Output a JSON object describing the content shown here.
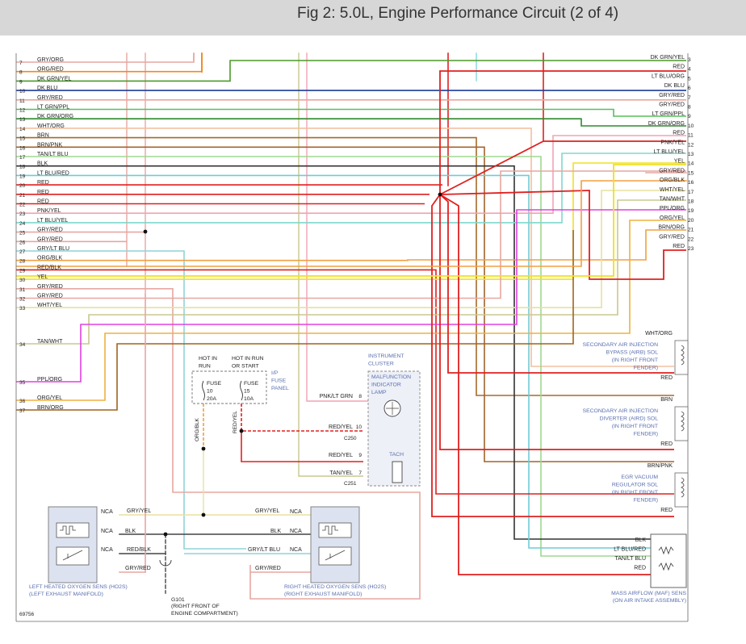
{
  "title": "Fig 2: 5.0L, Engine Performance Circuit (2 of 4)",
  "figure_number": "69756",
  "left_pins": [
    {
      "pin": "7",
      "label": "GRY/ORG",
      "color": "#e7a7a0"
    },
    {
      "pin": "8",
      "label": "ORG/RED",
      "color": "#f08a22"
    },
    {
      "pin": "9",
      "label": "DK GRN/YEL",
      "color": "#4b9a2a"
    },
    {
      "pin": "10",
      "label": "DK BLU",
      "color": "#1d3c9a"
    },
    {
      "pin": "11",
      "label": "GRY/RED",
      "color": "#e7a7a0"
    },
    {
      "pin": "12",
      "label": "LT GRN/PPL",
      "color": "#55c05a"
    },
    {
      "pin": "13",
      "label": "DK GRN/ORG",
      "color": "#2f8a2f"
    },
    {
      "pin": "14",
      "label": "WHT/ORG",
      "color": "#f2c0a0"
    },
    {
      "pin": "15",
      "label": "BRN",
      "color": "#a56a2a"
    },
    {
      "pin": "16",
      "label": "BRN/PNK",
      "color": "#a0642c"
    },
    {
      "pin": "17",
      "label": "TAN/LT BLU",
      "color": "#9fd890"
    },
    {
      "pin": "18",
      "label": "BLK",
      "color": "#333333"
    },
    {
      "pin": "19",
      "label": "LT BLU/RED",
      "color": "#6fcbd6"
    },
    {
      "pin": "20",
      "label": "RED",
      "color": "#e02020"
    },
    {
      "pin": "21",
      "label": "RED",
      "color": "#e02020"
    },
    {
      "pin": "22",
      "label": "RED",
      "color": "#e02020"
    },
    {
      "pin": "23",
      "label": "PNK/YEL",
      "color": "#f2a3b3"
    },
    {
      "pin": "24",
      "label": "LT BLU/YEL",
      "color": "#7fd8cc"
    },
    {
      "pin": "25",
      "label": "GRY/RED",
      "color": "#e7a7a0"
    },
    {
      "pin": "26",
      "label": "GRY/RED",
      "color": "#e7a7a0"
    },
    {
      "pin": "27",
      "label": "GRY/LT BLU",
      "color": "#8fd4d8"
    },
    {
      "pin": "28",
      "label": "ORG/BLK",
      "color": "#f0a040"
    },
    {
      "pin": "29",
      "label": "RED/BLK",
      "color": "#e02020"
    },
    {
      "pin": "30",
      "label": "YEL",
      "color": "#f0e020"
    },
    {
      "pin": "31",
      "label": "GRY/RED",
      "color": "#e7a7a0"
    },
    {
      "pin": "32",
      "label": "GRY/RED",
      "color": "#e7a7a0"
    },
    {
      "pin": "33",
      "label": "WHT/YEL",
      "color": "#e8e0a0"
    }
  ],
  "left_pins_lower": [
    {
      "pin": "34",
      "label": "TAN/WHT",
      "color": "#c8c890"
    },
    {
      "pin": "35",
      "label": "PPL/ORG",
      "color": "#e040e0"
    },
    {
      "pin": "36",
      "label": "ORG/YEL",
      "color": "#f0b040"
    },
    {
      "pin": "37",
      "label": "BRN/ORG",
      "color": "#a0641e"
    }
  ],
  "right_pins": [
    {
      "pin": "3",
      "label": "DK GRN/YEL",
      "color": "#4b9a2a"
    },
    {
      "pin": "4",
      "label": "RED",
      "color": "#e02020"
    },
    {
      "pin": "5",
      "label": "LT BLU/ORG",
      "color": "#7fd8e0"
    },
    {
      "pin": "6",
      "label": "DK BLU",
      "color": "#1d3c9a"
    },
    {
      "pin": "7",
      "label": "GRY/RED",
      "color": "#e7a7a0"
    },
    {
      "pin": "8",
      "label": "GRY/RED",
      "color": "#e7a7a0"
    },
    {
      "pin": "9",
      "label": "LT GRN/PPL",
      "color": "#55c05a"
    },
    {
      "pin": "10",
      "label": "DK GRN/ORG",
      "color": "#2f8a2f"
    },
    {
      "pin": "11",
      "label": "RED",
      "color": "#e02020"
    },
    {
      "pin": "12",
      "label": "PNK/YEL",
      "color": "#f2a3b3"
    },
    {
      "pin": "13",
      "label": "LT BLU/YEL",
      "color": "#7fd8cc"
    },
    {
      "pin": "14",
      "label": "YEL",
      "color": "#f0e020"
    },
    {
      "pin": "15",
      "label": "GRY/RED",
      "color": "#e7a7a0"
    },
    {
      "pin": "16",
      "label": "ORG/BLK",
      "color": "#f0a040"
    },
    {
      "pin": "17",
      "label": "WHT/YEL",
      "color": "#e8e0a0"
    },
    {
      "pin": "18",
      "label": "TAN/WHT",
      "color": "#c8c890"
    },
    {
      "pin": "19",
      "label": "PPL/ORG",
      "color": "#e040e0"
    },
    {
      "pin": "20",
      "label": "ORG/YEL",
      "color": "#f0b040"
    },
    {
      "pin": "21",
      "label": "BRN/ORG",
      "color": "#a0641e"
    },
    {
      "pin": "22",
      "label": "GRY/RED",
      "color": "#e7a7a0"
    },
    {
      "pin": "23",
      "label": "RED",
      "color": "#e02020"
    }
  ],
  "airb_sol": {
    "title": [
      "SECONDARY AIR INJECTION",
      "BYPASS (AIRB) SOL",
      "(IN RIGHT FRONT",
      "FENDER)"
    ],
    "top_wire": "WHT/ORG",
    "bottom_wire": "RED"
  },
  "aird_sol": {
    "title": [
      "SECONDARY AIR INJECTION",
      "DIVERTER (AIRD) SOL",
      "(IN RIGHT FRONT",
      "FENDER)"
    ],
    "top_wire": "BRN",
    "bottom_wire": "RED"
  },
  "egr_sol": {
    "title": [
      "EGR VACUUM",
      "REGULATOR SOL",
      "(IN RIGHT FRONT",
      "FENDER)"
    ],
    "top_wire": "BRN/PNK",
    "bottom_wire": "RED"
  },
  "maf": {
    "title": [
      "MASS AIRFLOW (MAF) SENS",
      "(ON AIR INTAKE ASSEMBLY)"
    ],
    "wires": [
      "BLK",
      "LT BLU/RED",
      "TAN/LT BLU",
      "RED"
    ]
  },
  "fuse_panel": {
    "hot_in_run": [
      "HOT IN",
      "RUN"
    ],
    "hot_in_run_or_start": [
      "HOT IN RUN",
      "OR START"
    ],
    "fuse1": [
      "FUSE",
      "10",
      "20A"
    ],
    "fuse2": [
      "FUSE",
      "15",
      "10A"
    ],
    "panel_label": [
      "I/P",
      "FUSE",
      "PANEL"
    ],
    "wire1": "ORG/BLK",
    "wire2": "RED/YEL"
  },
  "instrument_cluster": {
    "title": [
      "INSTRUMENT",
      "CLUSTER"
    ],
    "mil": [
      "MALFUNCTION",
      "INDICATOR",
      "LAMP"
    ],
    "tach": "TACH",
    "wires": [
      {
        "label": "PNK/LT GRN",
        "pin": "8"
      },
      {
        "label": "RED/YEL",
        "pin": "10"
      },
      {
        "label": "RED/YEL",
        "pin": "9"
      },
      {
        "label": "TAN/YEL",
        "pin": "7"
      }
    ],
    "connectors": [
      "C250",
      "C251"
    ]
  },
  "left_ho2s": {
    "title": [
      "LEFT HEATED OXYGEN SENS (HO2S)",
      "(LEFT EXHAUST MANIFOLD)"
    ],
    "nca": [
      "NCA",
      "NCA",
      "NCA"
    ],
    "wires": [
      "GRY/YEL",
      "BLK",
      "RED/BLK",
      "GRY/RED"
    ]
  },
  "right_ho2s": {
    "title": [
      "RIGHT HEATED OXYGEN SENS (HO2S)",
      "(RIGHT EXHAUST MANIFOLD)"
    ],
    "nca": [
      "NCA",
      "NCA",
      "NCA"
    ],
    "wires": [
      "GRY/YEL",
      "BLK",
      "GRY/LT BLU",
      "GRY/RED"
    ]
  },
  "ground": {
    "id": "G101",
    "location": [
      "(RIGHT FRONT OF",
      "ENGINE COMPARTMENT)"
    ]
  }
}
